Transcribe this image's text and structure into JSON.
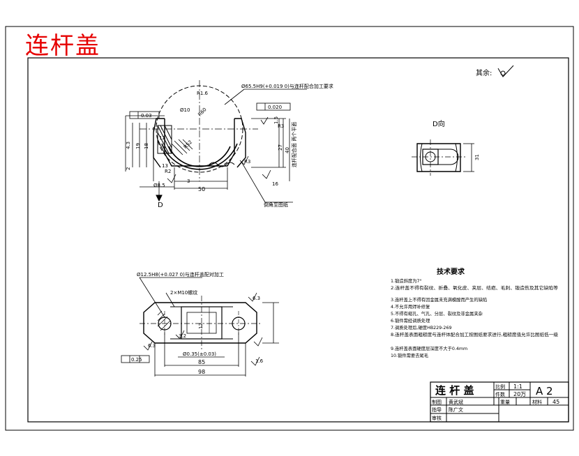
{
  "sheet_title": "连杆盖",
  "roughness_rest": "其余:",
  "view_d_label": "D向",
  "section_d_label": "D",
  "top_view": {
    "bore_callout": "Ø65.5H9(+0.019 0)与连杆配合加工要求",
    "flatness_left": "0.03",
    "flatness_right": "0.020",
    "r_values": [
      "R1.6",
      "R60",
      "R52",
      "R3",
      "R2",
      "R3"
    ],
    "dims": {
      "d10": "Ø10",
      "d8_5": "Ø8.5",
      "d50": "50",
      "d4_3": "4.3",
      "d19": "19",
      "d18": "18",
      "d12": "12",
      "d13": "13",
      "d3": "3",
      "d40": "40",
      "d16": "16",
      "d27": "27",
      "d1_5": "1.5",
      "d2": "2"
    },
    "surface_note": "倒角至图纸",
    "side_note": "连杆配合面 两个平面"
  },
  "right_view": {
    "dim_31": "31"
  },
  "bottom_view": {
    "hole_callout": "Ø12.5H8(+0.027 0)与连杆盖配对加工",
    "thread_callout": "2×M10螺纹",
    "dim_85": "85",
    "dim_98": "98",
    "dim_tol": "Ø0.35(±0.03)",
    "dim_12": "12",
    "flatness_bottom": "0.25",
    "roughness_values": [
      "6.3",
      "3.2",
      "1.6",
      "6.3"
    ]
  },
  "tech_requirements": {
    "heading": "技术要求",
    "items": [
      "1.锻造斜度为7°",
      "2.连杆盖不得有裂纹、折叠、氧化皮、夹层、结疤、毛刺、锻造伤及其它缺陷等",
      "3.连杆盖上不得有因金属未充满模膛而产生的缺陷",
      "4.不允许用焊补修复",
      "5.不得有缩孔、气孔、分层、裂纹及非金属夹杂",
      "6.锻件需经调质处理",
      "7.调质处理后,硬度HB229-269",
      "8.连杆盖表面粗糙度与连杆体配合加工按图纸要求进行,粗糙度值允许比图纸低一级",
      "9.连杆盖表面硬度层深度不大于0.4mm",
      "10.锻件需要去尾毛"
    ]
  },
  "title_block": {
    "part_name": "连  杆  盖",
    "scale_label": "比例",
    "scale_value": "1:1",
    "qty_label": "件数",
    "qty_value": "20万",
    "sheet_size": "A 2",
    "drawn_label": "制图",
    "drawn_name": "黄武斌",
    "weight_label": "重量",
    "material_label": "材料",
    "material_value": "45",
    "check_label": "指导",
    "check_name": "陈广文",
    "audit_label": "审核"
  }
}
